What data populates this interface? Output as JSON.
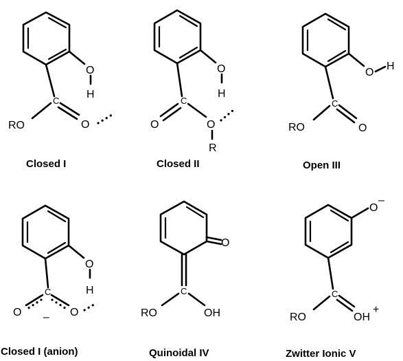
{
  "atoms": {
    "o": "O",
    "h": "H",
    "c": "C",
    "r": "R",
    "ro": "RO",
    "oh": "OH",
    "minus": "–",
    "plus": "+"
  },
  "structures": [
    {
      "caption": "Closed I"
    },
    {
      "caption": "Closed II"
    },
    {
      "caption": "Open III"
    },
    {
      "caption": "Closed I (anion)"
    },
    {
      "caption": "Quinoidal IV"
    },
    {
      "caption": "Zwitter Ionic V"
    }
  ]
}
